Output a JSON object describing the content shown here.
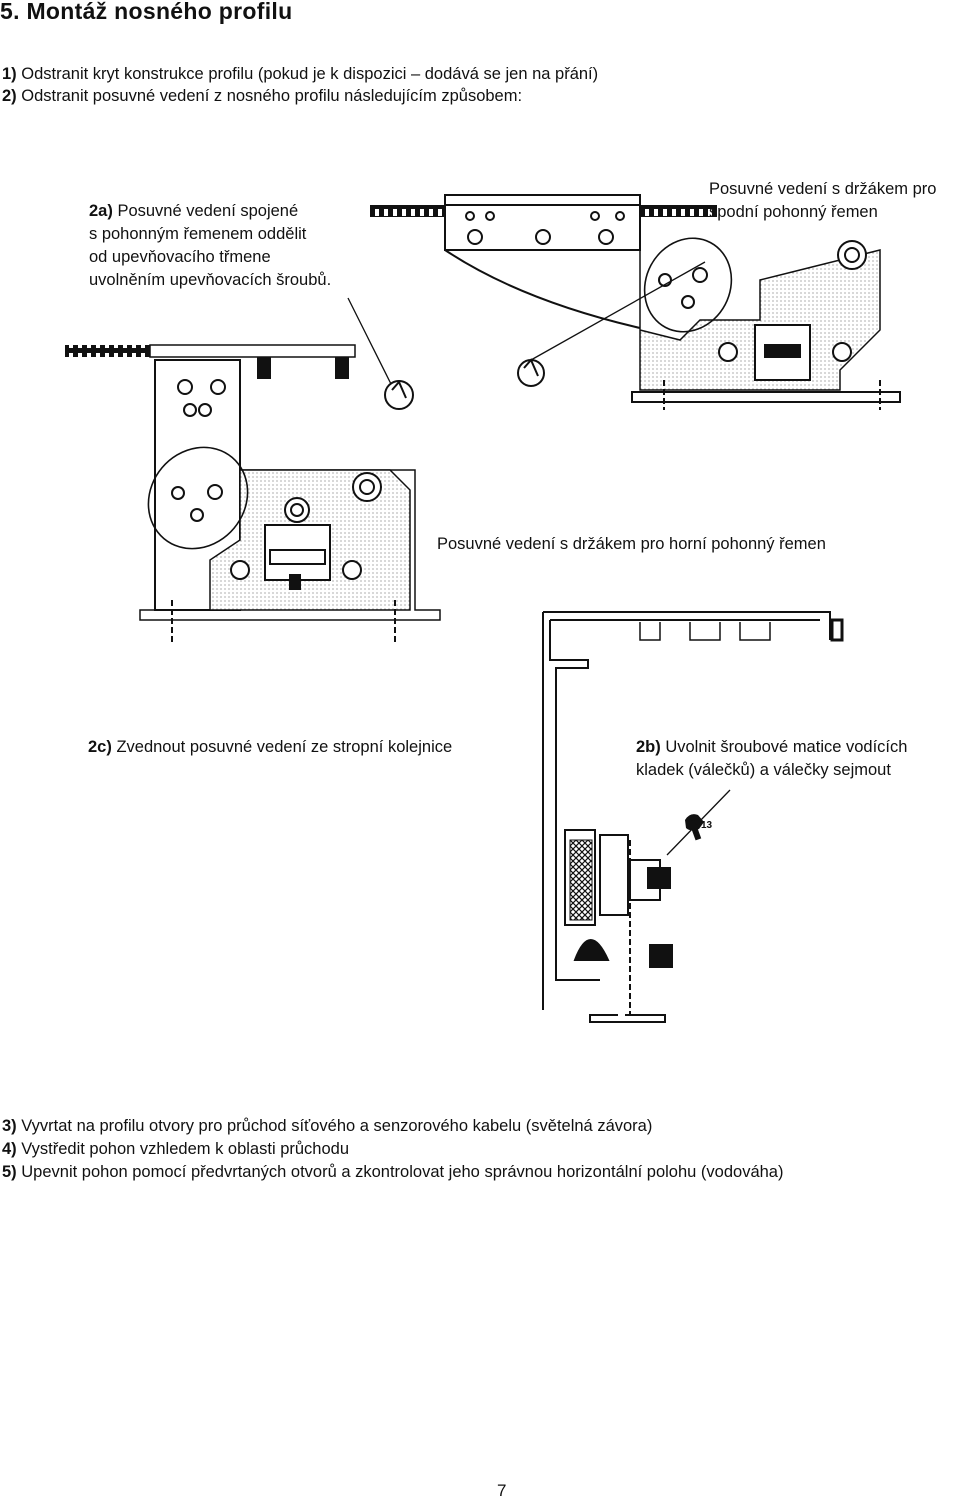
{
  "heading": "5. Montáž nosného profilu",
  "steps_top": [
    {
      "num": "1)",
      "text": " Odstranit kryt konstrukce profilu (pokud je k dispozici – dodává se jen na přání)"
    },
    {
      "num": "2)",
      "text": " Odstranit posuvné vedení z nosného profilu následujícím způsobem:"
    }
  ],
  "step_2a": {
    "label": "2a)",
    "lines": [
      " Posuvné vedení spojené",
      "s pohonným řemenem oddělit",
      "od upevňovacího třmene",
      "uvolněním upevňovacích šroubů."
    ]
  },
  "caption_lower_belt": [
    "Posuvné vedení s držákem pro",
    "spodní pohonný řemen"
  ],
  "caption_upper_belt": "Posuvné vedení s držákem pro horní pohonný řemen",
  "step_2c": {
    "label": "2c)",
    "text": " Zvednout posuvné vedení ze stropní kolejnice"
  },
  "step_2b": {
    "label": "2b)",
    "lines": [
      " Uvolnit šroubové matice vodících",
      "kladek (válečků) a válečky sejmout"
    ]
  },
  "wrench_label": "13",
  "steps_bottom": [
    {
      "num": "3)",
      "text": " Vyvrtat na profilu otvory pro průchod síťového a senzorového kabelu (světelná závora)"
    },
    {
      "num": "4)",
      "text": " Vystředit pohon vzhledem k oblasti průchodu"
    },
    {
      "num": "5)",
      "text": " Upevnit pohon pomocí předvrtaných otvorů a zkontrolovat jeho správnou horizontální polohu (vodováha)"
    }
  ],
  "page_number": "7"
}
